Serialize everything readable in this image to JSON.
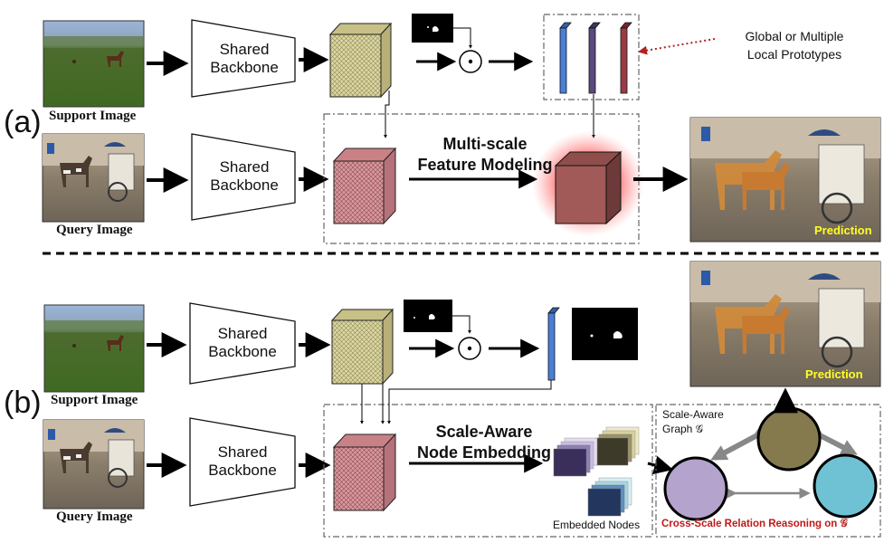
{
  "panel_a": {
    "letter": "(a)",
    "support_caption": "Support Image",
    "query_caption": "Query Image",
    "backbone_top": "Shared\nBackbone",
    "backbone_bottom": "Shared\nBackbone",
    "prototypes_note": "Global or Multiple\nLocal Prototypes",
    "module_title": "Multi-scale\nFeature Modeling",
    "prediction_label": "Prediction"
  },
  "panel_b": {
    "letter": "(b)",
    "support_caption": "Support Image",
    "query_caption": "Query Image",
    "backbone_top": "Shared\nBackbone",
    "backbone_bottom": "Shared\nBackbone",
    "module_title": "Scale-Aware\nNode Embedding",
    "embedded_nodes_label": "Embedded Nodes",
    "graph_label_line1": "Scale-Aware",
    "graph_label_line2": "Graph 𝒢",
    "reasoning_label": "Cross-Scale Relation Reasoning on 𝒢",
    "prediction_label": "Prediction"
  },
  "colors": {
    "support_feature": "#dcd6a0",
    "query_feature": "#d9999c",
    "prototype_blue": "#4a7fd8",
    "prototype_purple": "#5a4a7e",
    "prototype_red": "#9a3a44",
    "dotted_arrow": "#b22222",
    "node_olive": "#857a4e",
    "node_lavender": "#b4a3cc",
    "node_teal": "#6fc2d3",
    "reasoning_text": "#c01818",
    "prediction_text": "#ffff22"
  }
}
